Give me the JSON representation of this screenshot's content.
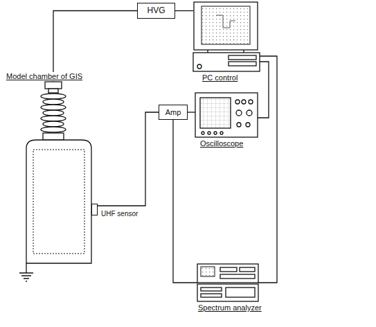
{
  "diagram": {
    "nodes": [
      {
        "text": [
          "HVG"
        ]
      },
      {
        "text": [
          "PC control"
        ]
      },
      {
        "text": [
          "Model chamber of GIS"
        ]
      },
      {
        "text": [
          "UHF sensor"
        ],
        "in": 2
      },
      {
        "text": [
          "Amp"
        ]
      },
      {
        "text": [
          "Oscilloscope"
        ]
      },
      {
        "text": [
          "Spectrum analyzer"
        ]
      }
    ],
    "edges": [
      {
        "from": 0,
        "to": 2,
        "arrow": "none"
      },
      {
        "from": 0,
        "to": 1,
        "arrow": "none"
      },
      {
        "from": 3,
        "to": 4,
        "arrow": "none"
      },
      {
        "from": 4,
        "to": 5,
        "arrow": "none"
      },
      {
        "from": 4,
        "to": 6,
        "arrow": "none"
      },
      {
        "from": 5,
        "to": 1,
        "arrow": "none"
      },
      {
        "from": 6,
        "to": 1,
        "arrow": "none"
      }
    ]
  }
}
